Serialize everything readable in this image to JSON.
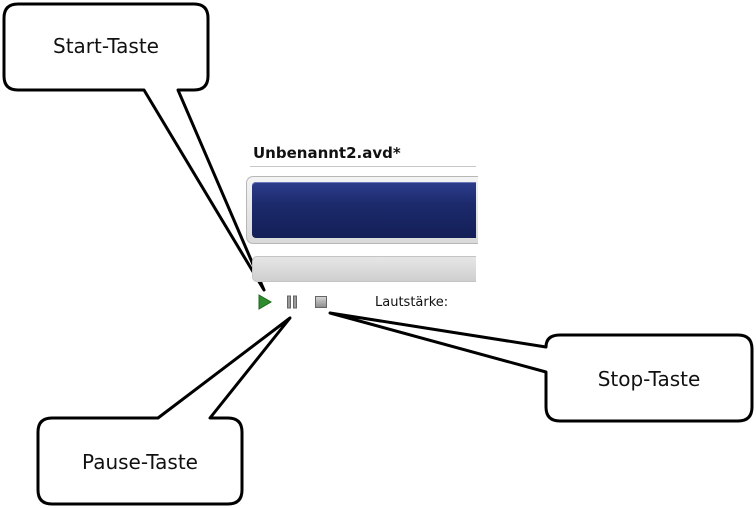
{
  "player": {
    "filename": "Unbenannt2.avd*",
    "volume_label": "Lautstärke:",
    "position": 0,
    "controls": {
      "play_icon": "play-icon",
      "pause_icon": "pause-icon",
      "stop_icon": "stop-icon"
    },
    "colors": {
      "screen": "#1c2a6c",
      "play": "#2e8b2e",
      "controls": "#7a7a7a"
    }
  },
  "callouts": {
    "start": "Start-Taste",
    "pause": "Pause-Taste",
    "stop": "Stop-Taste"
  }
}
